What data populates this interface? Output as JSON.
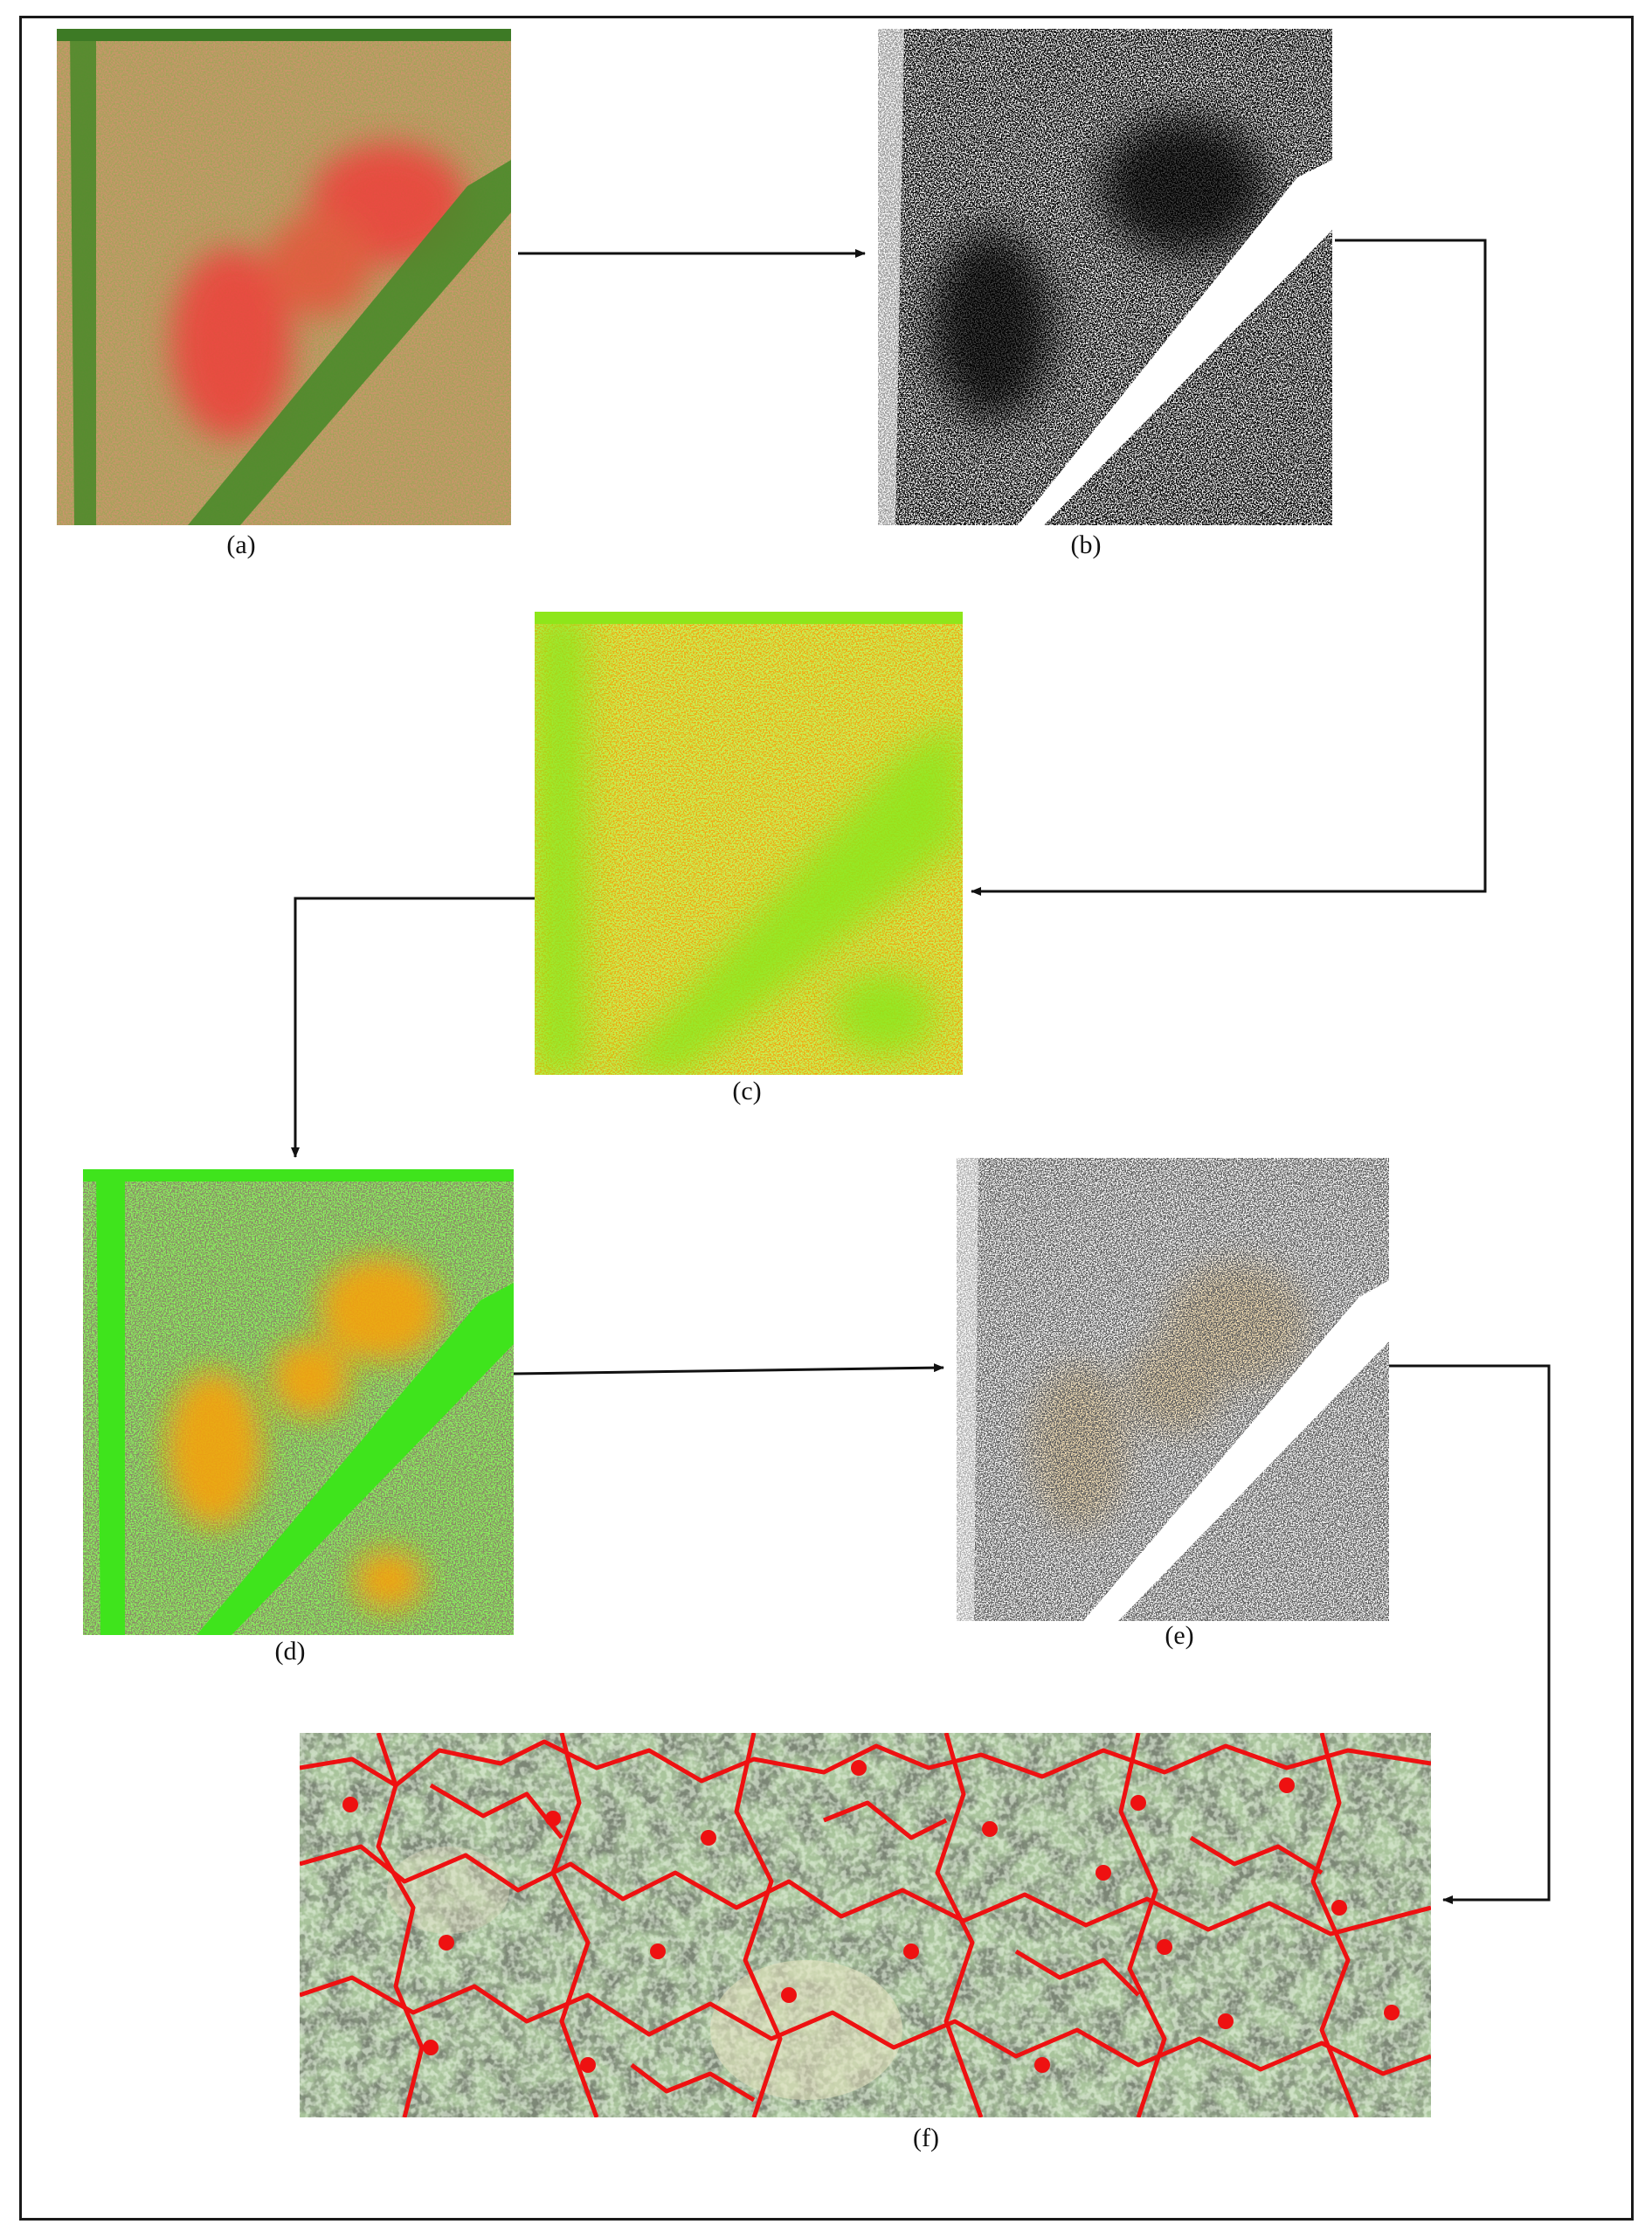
{
  "captions": {
    "a": "(a)",
    "b": "(b)",
    "c": "(c)",
    "d": "(d)",
    "e": "(e)",
    "f": "(f)"
  },
  "colors": {
    "arrow": "#111111",
    "frame": "#1a1a1a",
    "a_base": "#9aa050",
    "a_red": "#f03a3a",
    "a_green": "#4e8a2a",
    "c_green": "#8ee61a",
    "c_orange": "#f6a30a",
    "d_green": "#3fe41c",
    "d_gray": "#8a8668",
    "d_orange": "#f5a30d",
    "e_beige": "#f6dfb2",
    "f_red": "#ee1111"
  }
}
